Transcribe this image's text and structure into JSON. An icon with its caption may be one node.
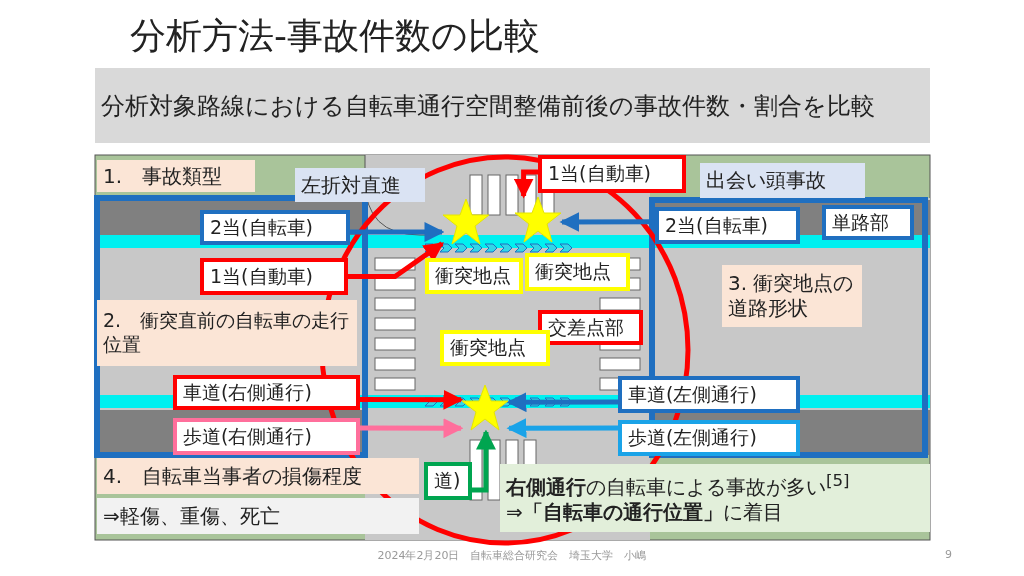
{
  "diagram": {
    "title": "分析方法-事故件数の比較",
    "nodes": [
      {
        "text": [
          "分析対象路線における自転車通行空間整備前後の事故件数・割合を比較"
        ]
      },
      {
        "text": [
          "1.　事故類型"
        ]
      },
      {
        "text": [
          "左折対直進"
        ]
      },
      {
        "text": [
          "1当(自動車)"
        ]
      },
      {
        "text": [
          "出会い頭事故"
        ]
      },
      {
        "text": [
          "2当(自転車)"
        ]
      },
      {
        "text": [
          "2当(自転車)"
        ]
      },
      {
        "text": [
          "単路部"
        ]
      },
      {
        "text": [
          "1当(自動車)"
        ]
      },
      {
        "text": [
          "衝突地点"
        ]
      },
      {
        "text": [
          "衝突地点"
        ]
      },
      {
        "text": [
          "3. 衝突地点の道路形状"
        ]
      },
      {
        "text": [
          "2.　衝突直前の自転車の走行位置"
        ]
      },
      {
        "text": [
          "交差点部"
        ]
      },
      {
        "text": [
          "衝突地点"
        ]
      },
      {
        "text": [
          "車道(右側通行)"
        ]
      },
      {
        "text": [
          "車道(左側通行)"
        ]
      },
      {
        "text": [
          "歩道(右側通行)"
        ]
      },
      {
        "text": [
          "歩道(左側通行)"
        ]
      },
      {
        "text": [
          "4.　自転車当事者の損傷程度"
        ]
      },
      {
        "text": [
          "道)"
        ]
      },
      {
        "text": [
          "**右側通行**の自転車による事故が多い$^{[5]}$",
          "⇒**「自転車の通行位置」**に着目"
        ]
      },
      {
        "text": [
          "⇒軽傷、重傷、死亡"
        ]
      },
      {
        "text": [],
        "shape": "star"
      },
      {
        "text": [],
        "shape": "star"
      },
      {
        "text": [],
        "shape": "star"
      }
    ],
    "edges": [
      {
        "from": 5,
        "to": 23,
        "arrow": "to",
        "color": "#1f6fc0"
      },
      {
        "from": 8,
        "to": 23,
        "arrow": "to",
        "color": "#ff0000"
      },
      {
        "from": 3,
        "to": 24,
        "arrow": "to",
        "color": "#ff0000"
      },
      {
        "from": 6,
        "to": 24,
        "arrow": "to",
        "color": "#1f6fc0"
      },
      {
        "from": 15,
        "to": 25,
        "arrow": "to",
        "color": "#ff0000"
      },
      {
        "from": 17,
        "to": 25,
        "arrow": "to",
        "color": "#ff6f9c"
      },
      {
        "from": 16,
        "to": 25,
        "arrow": "to",
        "color": "#1f6fc0"
      },
      {
        "from": 18,
        "to": 25,
        "arrow": "to",
        "color": "#1aa3e8"
      },
      {
        "from": 20,
        "to": 25,
        "arrow": "to",
        "color": "#00a550"
      }
    ],
    "labels": [
      "2024年2月20日　自転車総合研究会　埼玉大学　小嶋",
      "9"
    ]
  }
}
